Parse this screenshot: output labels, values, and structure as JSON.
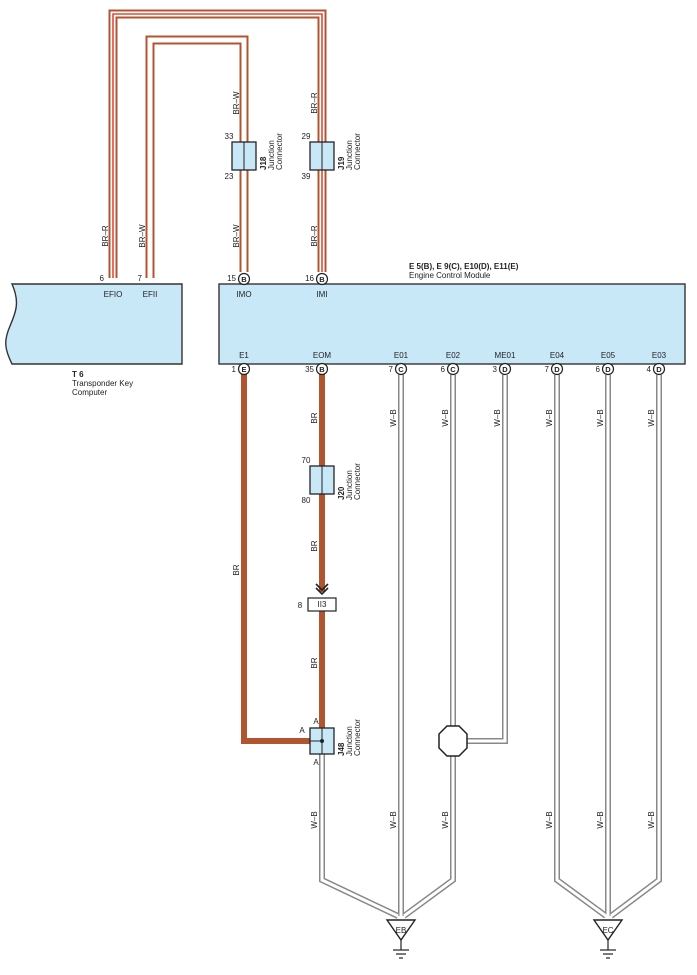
{
  "colors": {
    "module_fill": "#c9e8f7",
    "wire_br": "#b0552f",
    "wire_br_r": "#e04a3c",
    "wire_wb": "#888888"
  },
  "ecm": {
    "title": "E 5(B), E 9(C), E10(D), E11(E)",
    "subtitle": "Engine Control Module",
    "top_pins": [
      {
        "num": "15",
        "conn": "B",
        "name": "IMO"
      },
      {
        "num": "16",
        "conn": "B",
        "name": "IMI"
      }
    ],
    "bottom_pins": [
      {
        "num": "1",
        "conn": "E",
        "name": "E1"
      },
      {
        "num": "35",
        "conn": "B",
        "name": "EOM"
      },
      {
        "num": "7",
        "conn": "C",
        "name": "E01"
      },
      {
        "num": "6",
        "conn": "C",
        "name": "E02"
      },
      {
        "num": "3",
        "conn": "D",
        "name": "ME01"
      },
      {
        "num": "7",
        "conn": "D",
        "name": "E04"
      },
      {
        "num": "6",
        "conn": "D",
        "name": "E05"
      },
      {
        "num": "4",
        "conn": "D",
        "name": "E03"
      }
    ]
  },
  "tkc": {
    "id": "T 6",
    "name1": "Transponder Key",
    "name2": "Computer",
    "pins": [
      {
        "num": "6",
        "name": "EFIO"
      },
      {
        "num": "7",
        "name": "EFII"
      }
    ]
  },
  "junctions": {
    "j18": {
      "id": "J18",
      "l1": "Junction",
      "l2": "Connector",
      "pin_top": "33",
      "pin_bot": "23"
    },
    "j19": {
      "id": "J19",
      "l1": "Junction",
      "l2": "Connector",
      "pin_top": "29",
      "pin_bot": "39"
    },
    "j20": {
      "id": "J20",
      "l1": "Junction",
      "l2": "Connector",
      "pin_top": "70",
      "pin_bot": "80"
    },
    "j48": {
      "id": "J48",
      "l1": "Junction",
      "l2": "Connector",
      "pin_top": "A",
      "pin_left": "A",
      "pin_bot": "A"
    }
  },
  "ii3": {
    "label": "II3",
    "pin": "8"
  },
  "wire_labels": {
    "br_r": "BR–R",
    "br_w": "BR–W",
    "br": "BR",
    "w_b": "W–B"
  },
  "grounds": {
    "eb": "EB",
    "ec": "EC"
  }
}
